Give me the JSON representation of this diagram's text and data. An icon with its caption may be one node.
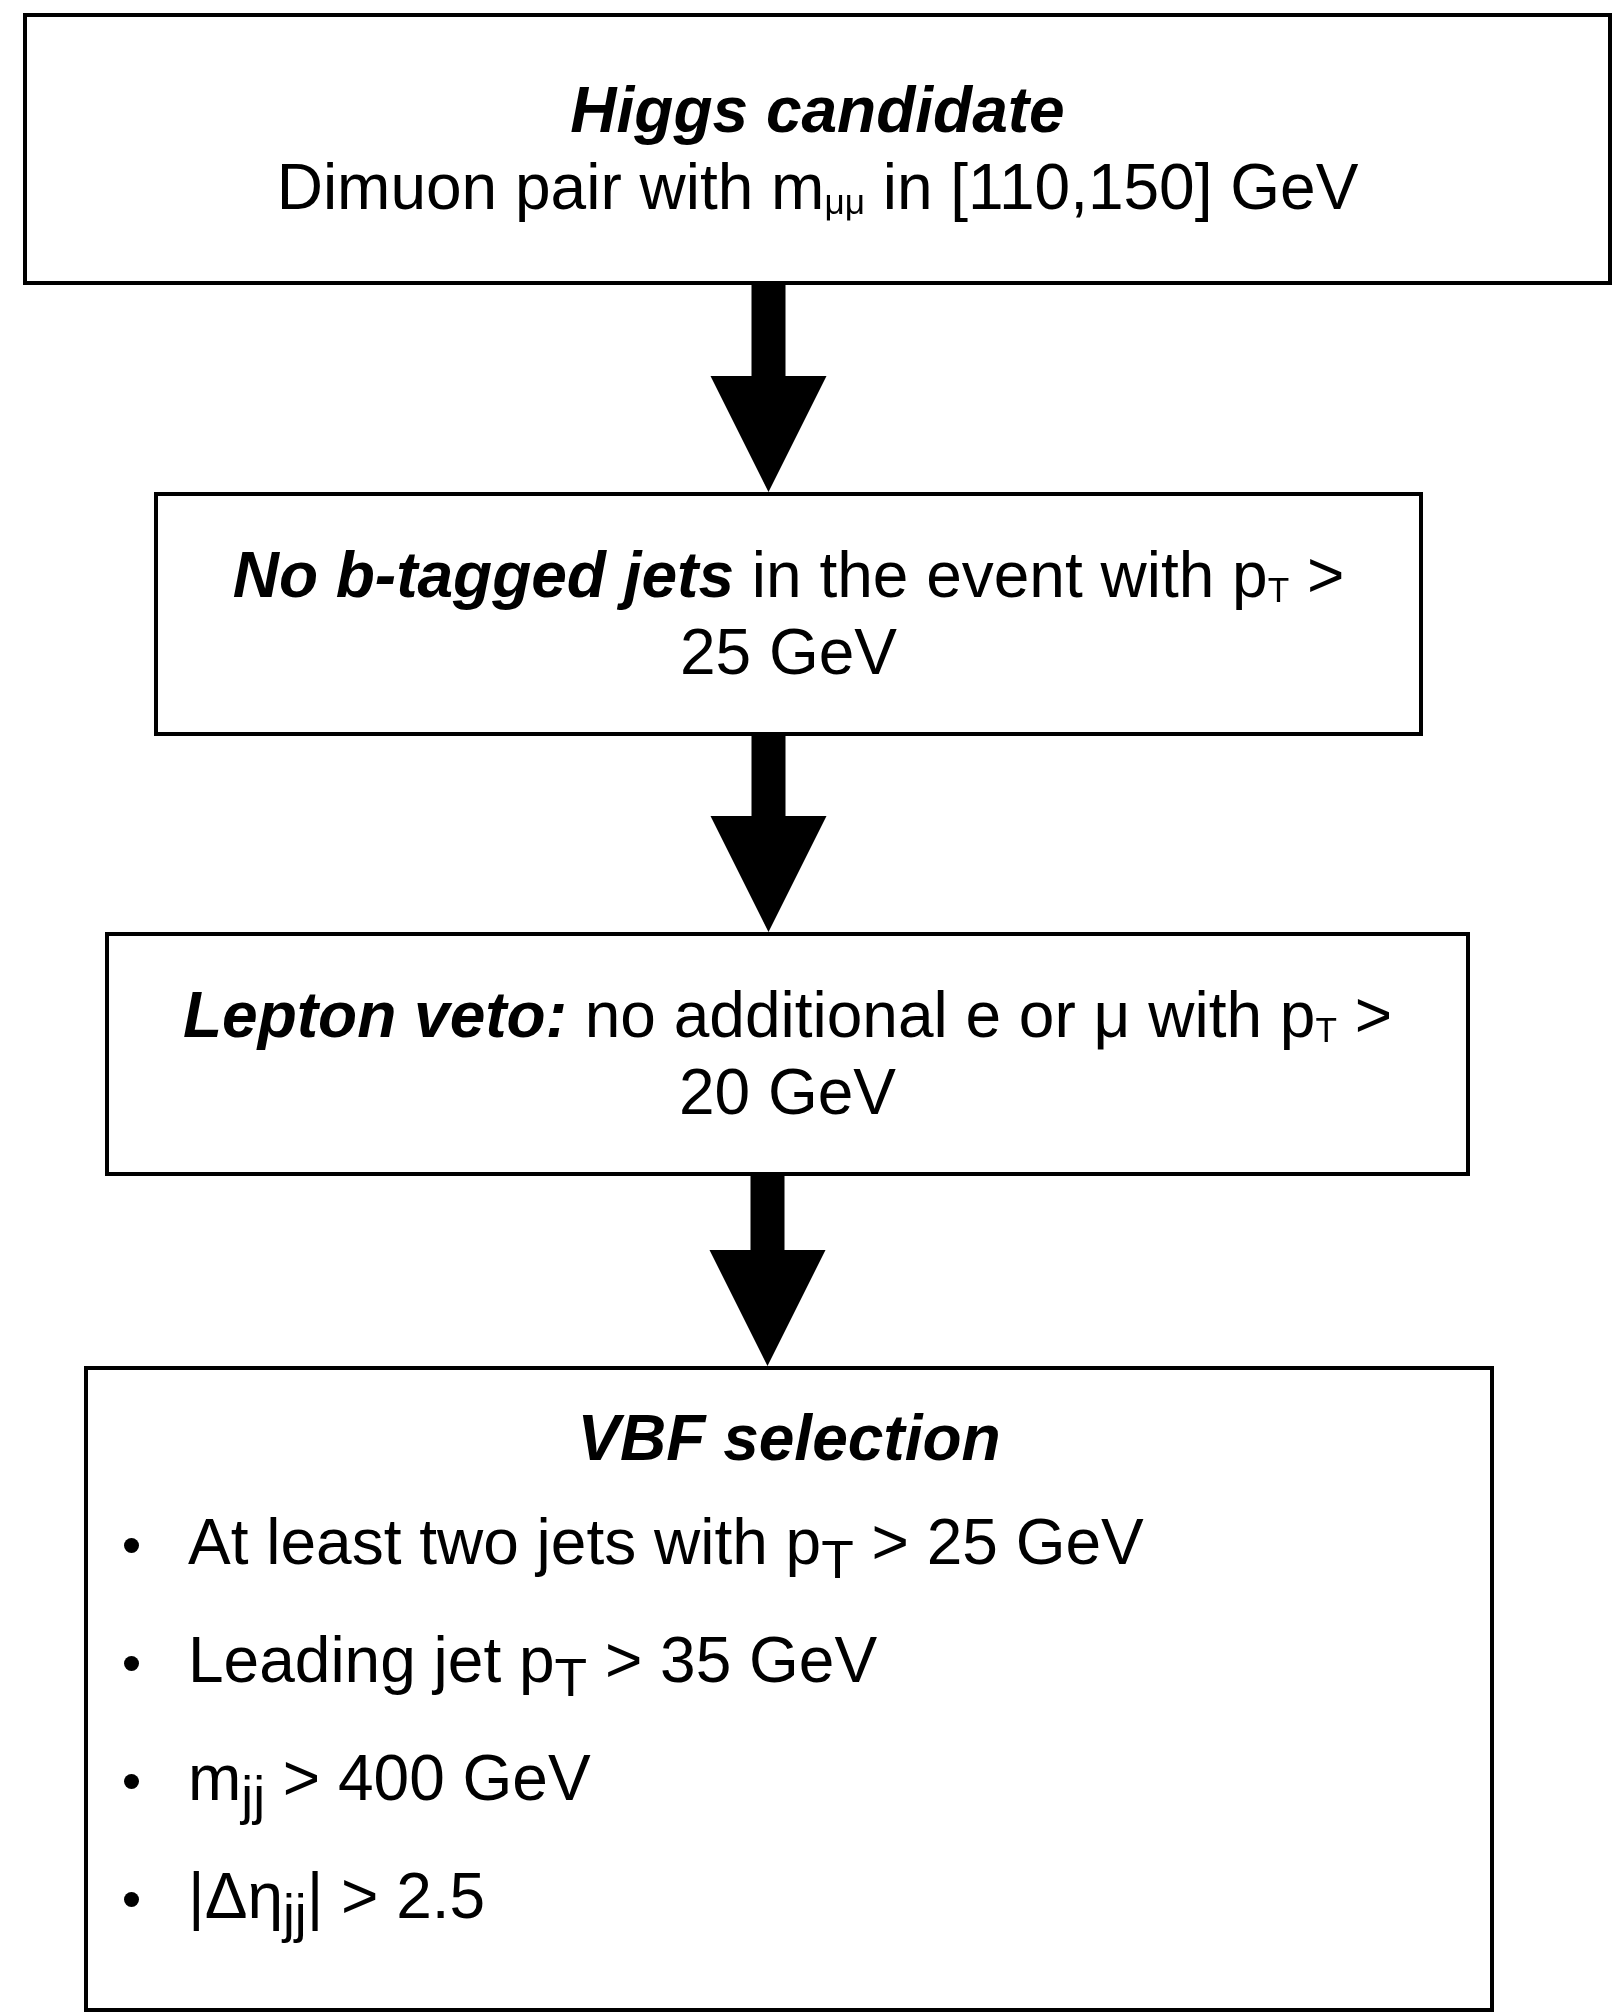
{
  "diagram": {
    "nodes": [
      {
        "text": [
          "Higgs candidate",
          "Dimuon pair with m$_{μμ}$ in [110,150] GeV"
        ]
      },
      {
        "text": [
          "**No b-tagged jets** in the event with p$_{T}$ > 25 GeV"
        ]
      },
      {
        "text": [
          "**Lepton veto:** no additional e or μ with p$_{T}$ > 20 GeV"
        ]
      },
      {
        "text": [
          "VBF selection",
          "At least two jets with p$_{T}$ > 25 GeV",
          "Leading jet p$_{T}$ > 35 GeV",
          "m$_{jj}$ > 400 GeV",
          "|Δη$_{jj}$| > 2.5"
        ]
      }
    ],
    "edges": [
      {
        "from": 0,
        "to": 1,
        "arrow": "to"
      },
      {
        "from": 1,
        "to": 2,
        "arrow": "to"
      },
      {
        "from": 2,
        "to": 3,
        "arrow": "to"
      }
    ]
  }
}
